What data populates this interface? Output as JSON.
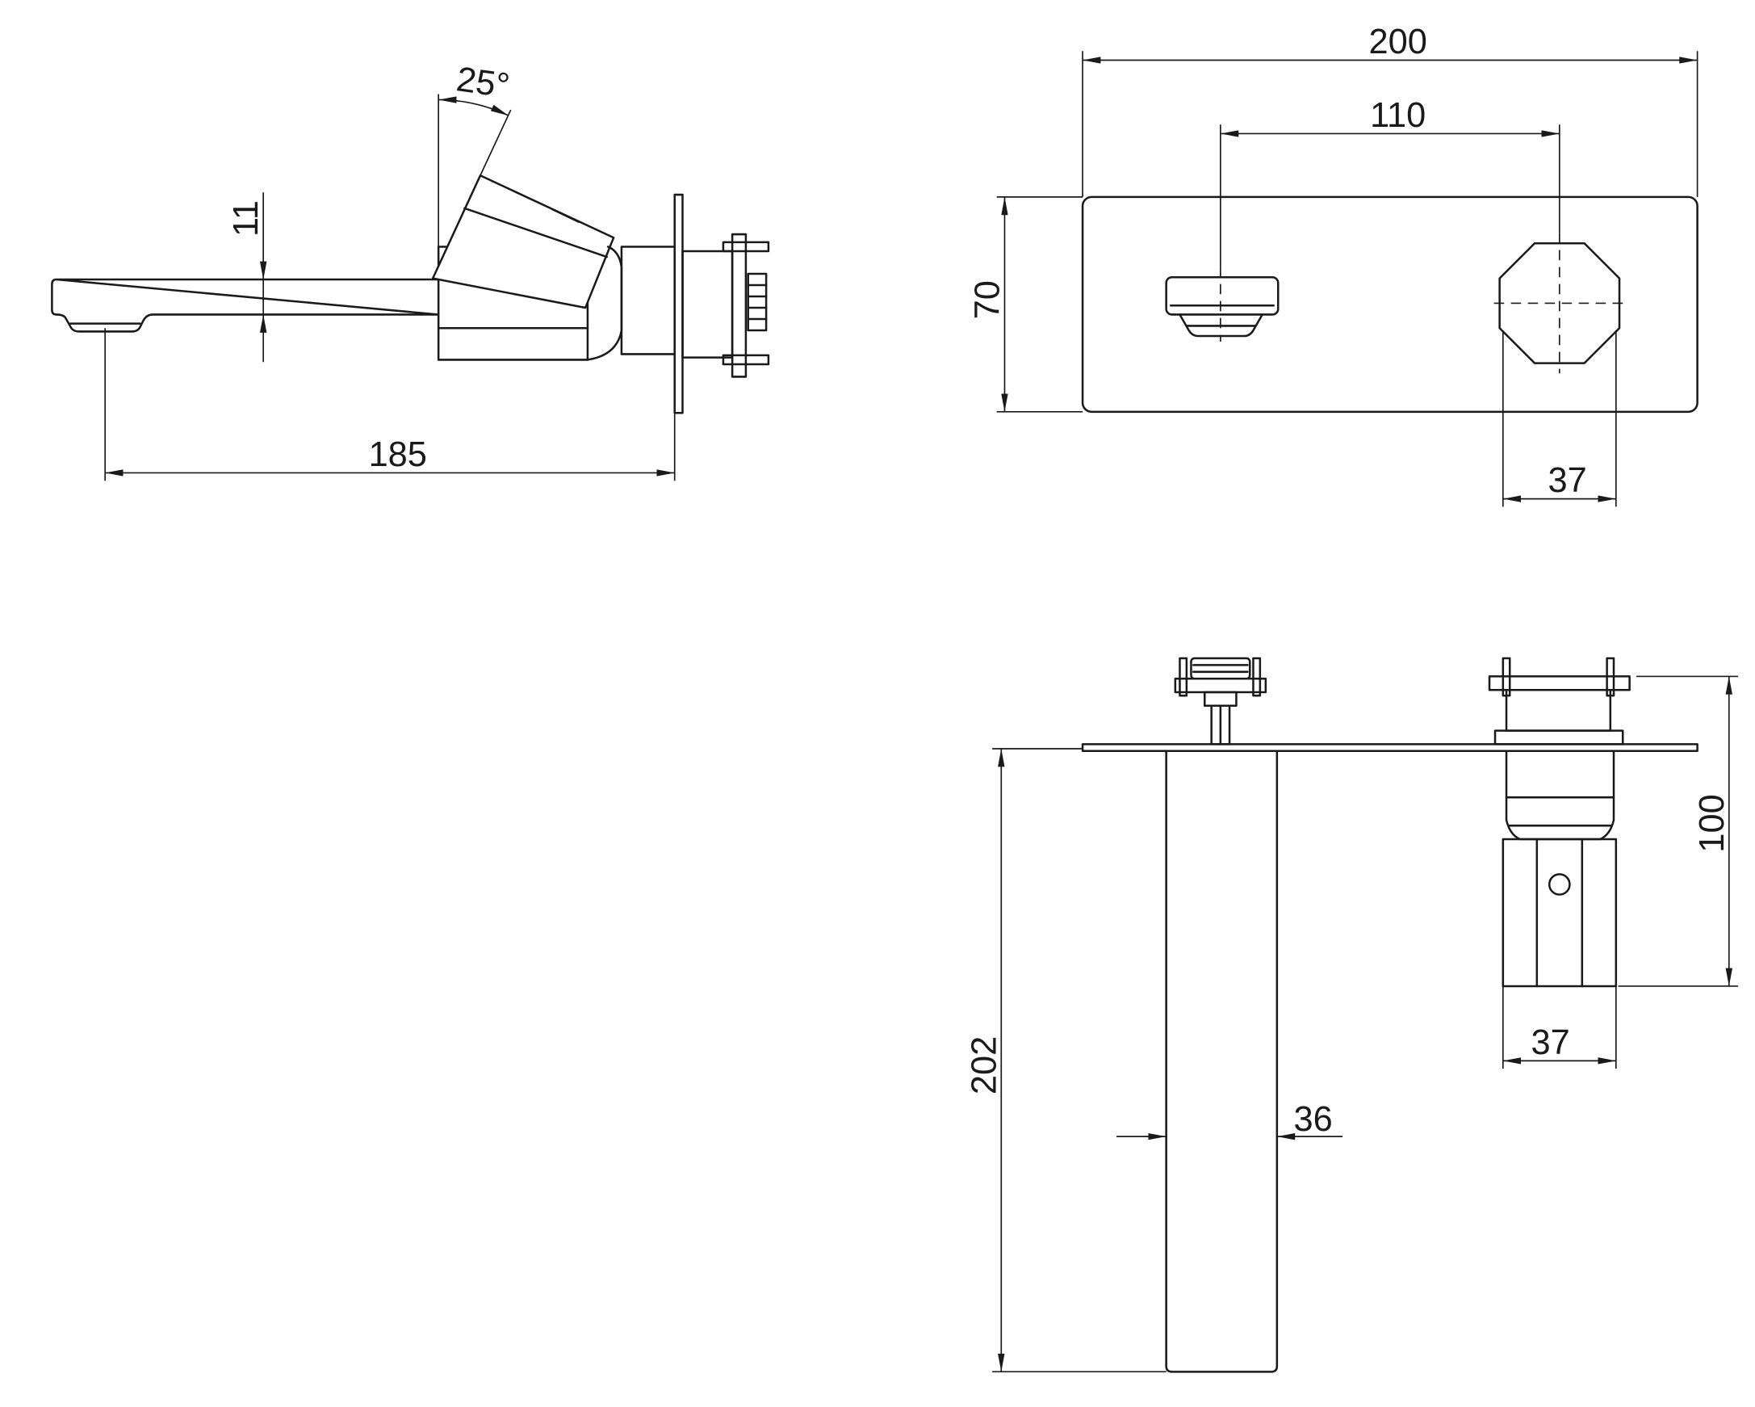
{
  "colors": {
    "line": "#1a1a1a",
    "background": "#ffffff"
  },
  "side_view": {
    "lever_angle": "25°",
    "spout_thickness": "11",
    "spout_projection": "185"
  },
  "front_view": {
    "plate_width": "200",
    "outlet_to_handle_centres": "110",
    "plate_height": "70",
    "handle_width": "37"
  },
  "plan_view": {
    "handle_depth": "100",
    "handle_body_width": "37",
    "spout_body_length": "202",
    "spout_body_width": "36"
  }
}
